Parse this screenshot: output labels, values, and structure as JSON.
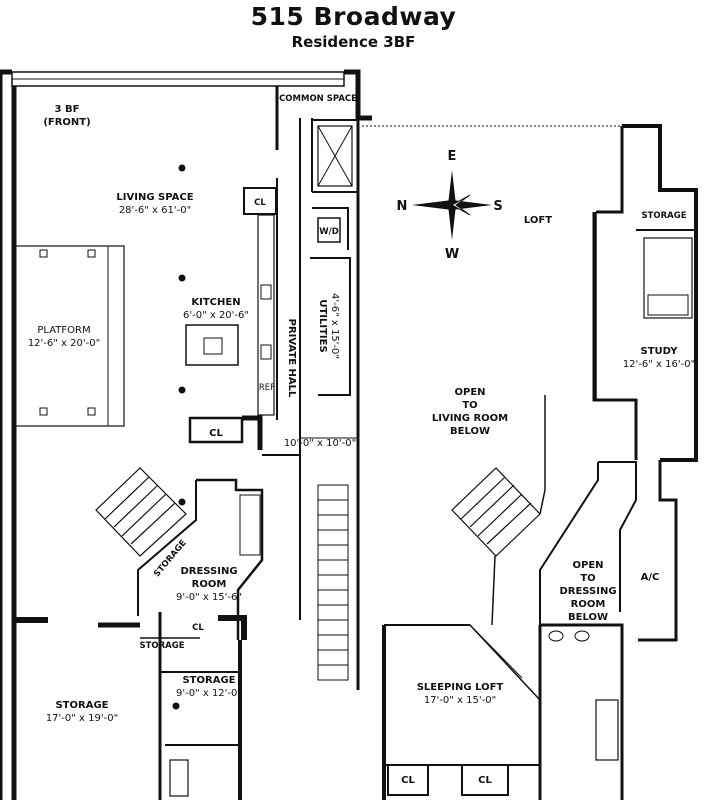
{
  "title": "515 Broadway",
  "subtitle": "Residence 3BF",
  "compass": {
    "e": "E",
    "n": "N",
    "s": "S",
    "w": "W"
  },
  "labels": {
    "front": "3 BF",
    "front2": "(FRONT)",
    "common_space": "COMMON SPACE",
    "living": "LIVING SPACE",
    "living_dim": "28'-6\" x 61'-0\"",
    "platform": "PLATFORM",
    "platform_dim": "12'-6\" x 20'-0\"",
    "kitchen": "KITCHEN",
    "kitchen_dim": "6'-0\" x 20'-6\"",
    "private_hall": "PRIVATE HALL",
    "utilities": "UTILITIES",
    "utilities_dim": "4'-6\" x 15'-0\"",
    "wd": "W/D",
    "cl": "CL",
    "hall_dim": "10'-0\" x 10'-0\"",
    "storage": "STORAGE",
    "dressing": "DRESSING",
    "room": "ROOM",
    "dressing_dim": "9'-0\" x 15'-6\"",
    "storage_small_dim": "9'-0\" x 12'-0\"",
    "storage_big_dim": "17'-0\" x 19'-0\"",
    "loft": "LOFT",
    "study": "STUDY",
    "study_dim": "12'-6\" x 16'-0\"",
    "open": "OPEN",
    "to": "TO",
    "living_room": "LIVING ROOM",
    "below": "BELOW",
    "dressing_room": "DRESSING",
    "room2": "ROOM",
    "ac": "A/C",
    "sleeping_loft": "SLEEPING LOFT",
    "sleeping_dim": "17'-0\" x 15'-0\"",
    "ref": "REF"
  }
}
